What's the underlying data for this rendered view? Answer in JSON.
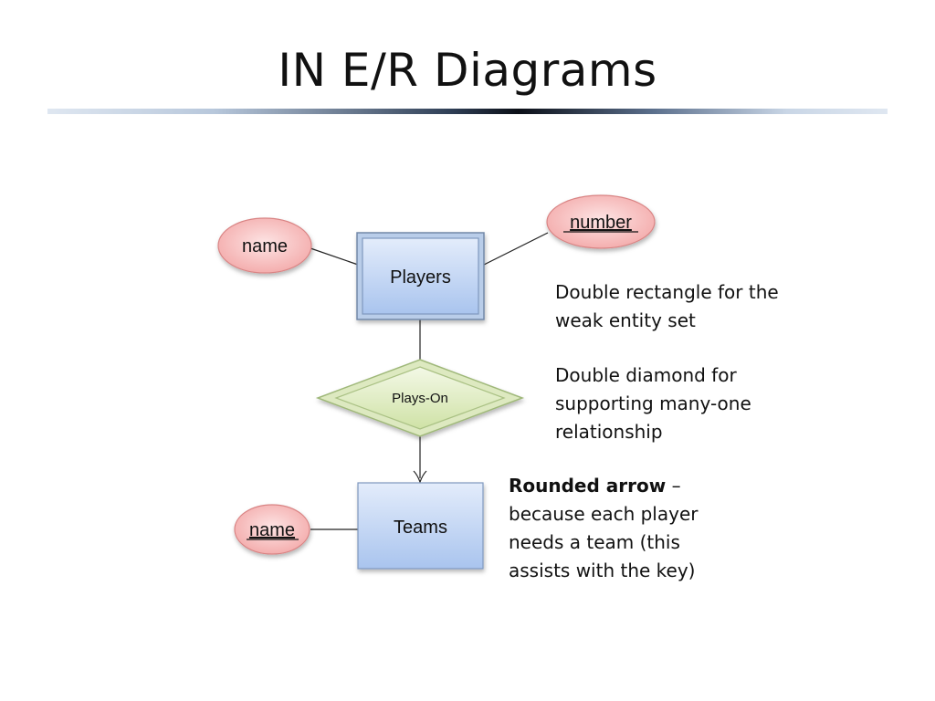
{
  "title": "IN E/R Diagrams",
  "entities": {
    "players": "Players",
    "teams": "Teams"
  },
  "relationship": {
    "label": "Plays-On"
  },
  "attributes": {
    "player_name": "name",
    "player_number": "number",
    "team_name": "name"
  },
  "notes": {
    "weak_entity": "Double rectangle for the weak entity set",
    "double_diamond": "Double diamond for supporting many-one relationship",
    "rounded_arrow_bold": "Rounded arrow",
    "rounded_arrow_rest": " – because each player needs a team (this assists with the key)"
  },
  "colors": {
    "entity_fill": "#c9daf5",
    "entity_border": "#7f98be",
    "attribute_fill": "#f6b7b7",
    "attribute_border": "#d98484",
    "relationship_fill": "#e3efc7",
    "relationship_border": "#aac184"
  }
}
